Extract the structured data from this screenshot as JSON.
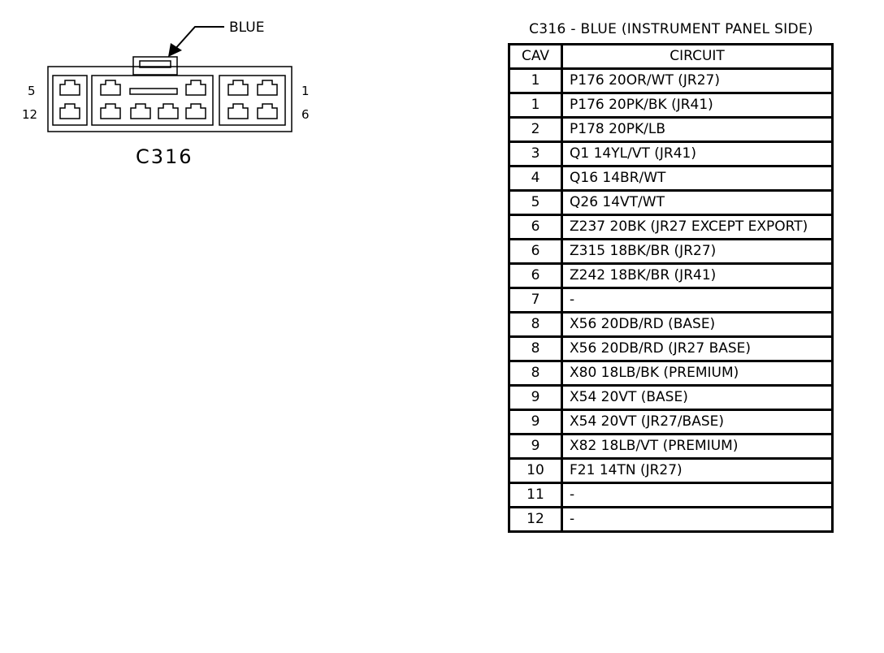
{
  "connector": {
    "name": "C316",
    "color_label": "BLUE",
    "pin_labels": {
      "top_left": "5",
      "bottom_left": "12",
      "top_right": "1",
      "bottom_right": "6"
    }
  },
  "table": {
    "title": "C316 - BLUE (INSTRUMENT PANEL SIDE)",
    "headers": {
      "cav": "CAV",
      "circuit": "CIRCUIT"
    },
    "rows": [
      {
        "cav": "1",
        "circuit": "P176  20OR/WT  (JR27)"
      },
      {
        "cav": "1",
        "circuit": "P176  20PK/BK  (JR41)"
      },
      {
        "cav": "2",
        "circuit": "P178  20PK/LB"
      },
      {
        "cav": "3",
        "circuit": "Q1  14YL/VT  (JR41)"
      },
      {
        "cav": "4",
        "circuit": "Q16  14BR/WT"
      },
      {
        "cav": "5",
        "circuit": "Q26  14VT/WT"
      },
      {
        "cav": "6",
        "circuit": "Z237  20BK  (JR27 EXCEPT EXPORT)"
      },
      {
        "cav": "6",
        "circuit": "Z315  18BK/BR  (JR27)"
      },
      {
        "cav": "6",
        "circuit": "Z242  18BK/BR  (JR41)"
      },
      {
        "cav": "7",
        "circuit": "-"
      },
      {
        "cav": "8",
        "circuit": "X56  20DB/RD  (BASE)"
      },
      {
        "cav": "8",
        "circuit": "X56  20DB/RD  (JR27 BASE)"
      },
      {
        "cav": "8",
        "circuit": "X80  18LB/BK  (PREMIUM)"
      },
      {
        "cav": "9",
        "circuit": "X54  20VT  (BASE)"
      },
      {
        "cav": "9",
        "circuit": "X54  20VT  (JR27/BASE)"
      },
      {
        "cav": "9",
        "circuit": "X82  18LB/VT  (PREMIUM)"
      },
      {
        "cav": "10",
        "circuit": "F21  14TN  (JR27)"
      },
      {
        "cav": "11",
        "circuit": "-"
      },
      {
        "cav": "12",
        "circuit": "-"
      }
    ]
  }
}
